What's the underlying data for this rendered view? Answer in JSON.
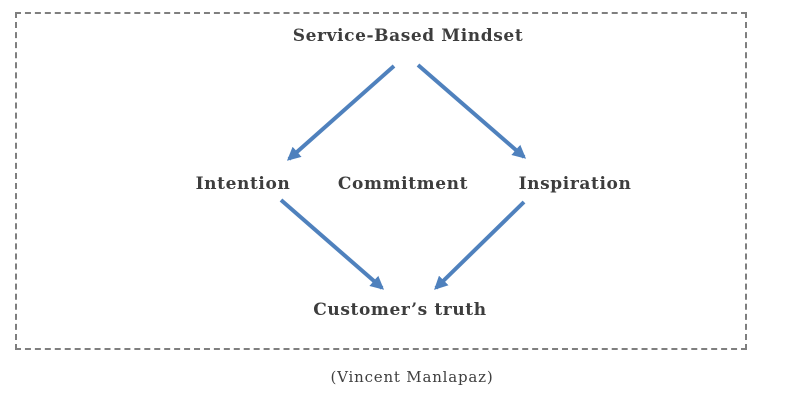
{
  "diagram": {
    "title": "Service-Based Mindset",
    "nodes": {
      "left": "Intention",
      "center": "Commitment",
      "right": "Inspiration",
      "bottom": "Customer’s truth"
    },
    "arrows": [
      {
        "from": "Service-Based Mindset",
        "to": "Intention"
      },
      {
        "from": "Service-Based Mindset",
        "to": "Inspiration"
      },
      {
        "from": "Intention",
        "to": "Customer’s truth"
      },
      {
        "from": "Inspiration",
        "to": "Customer’s truth"
      }
    ],
    "colors": {
      "arrow": "#4f81bd",
      "text": "#3d3d3d",
      "border": "#7f7f7f",
      "background": "#ffffff"
    }
  },
  "caption": "(Vincent Manlapaz)"
}
